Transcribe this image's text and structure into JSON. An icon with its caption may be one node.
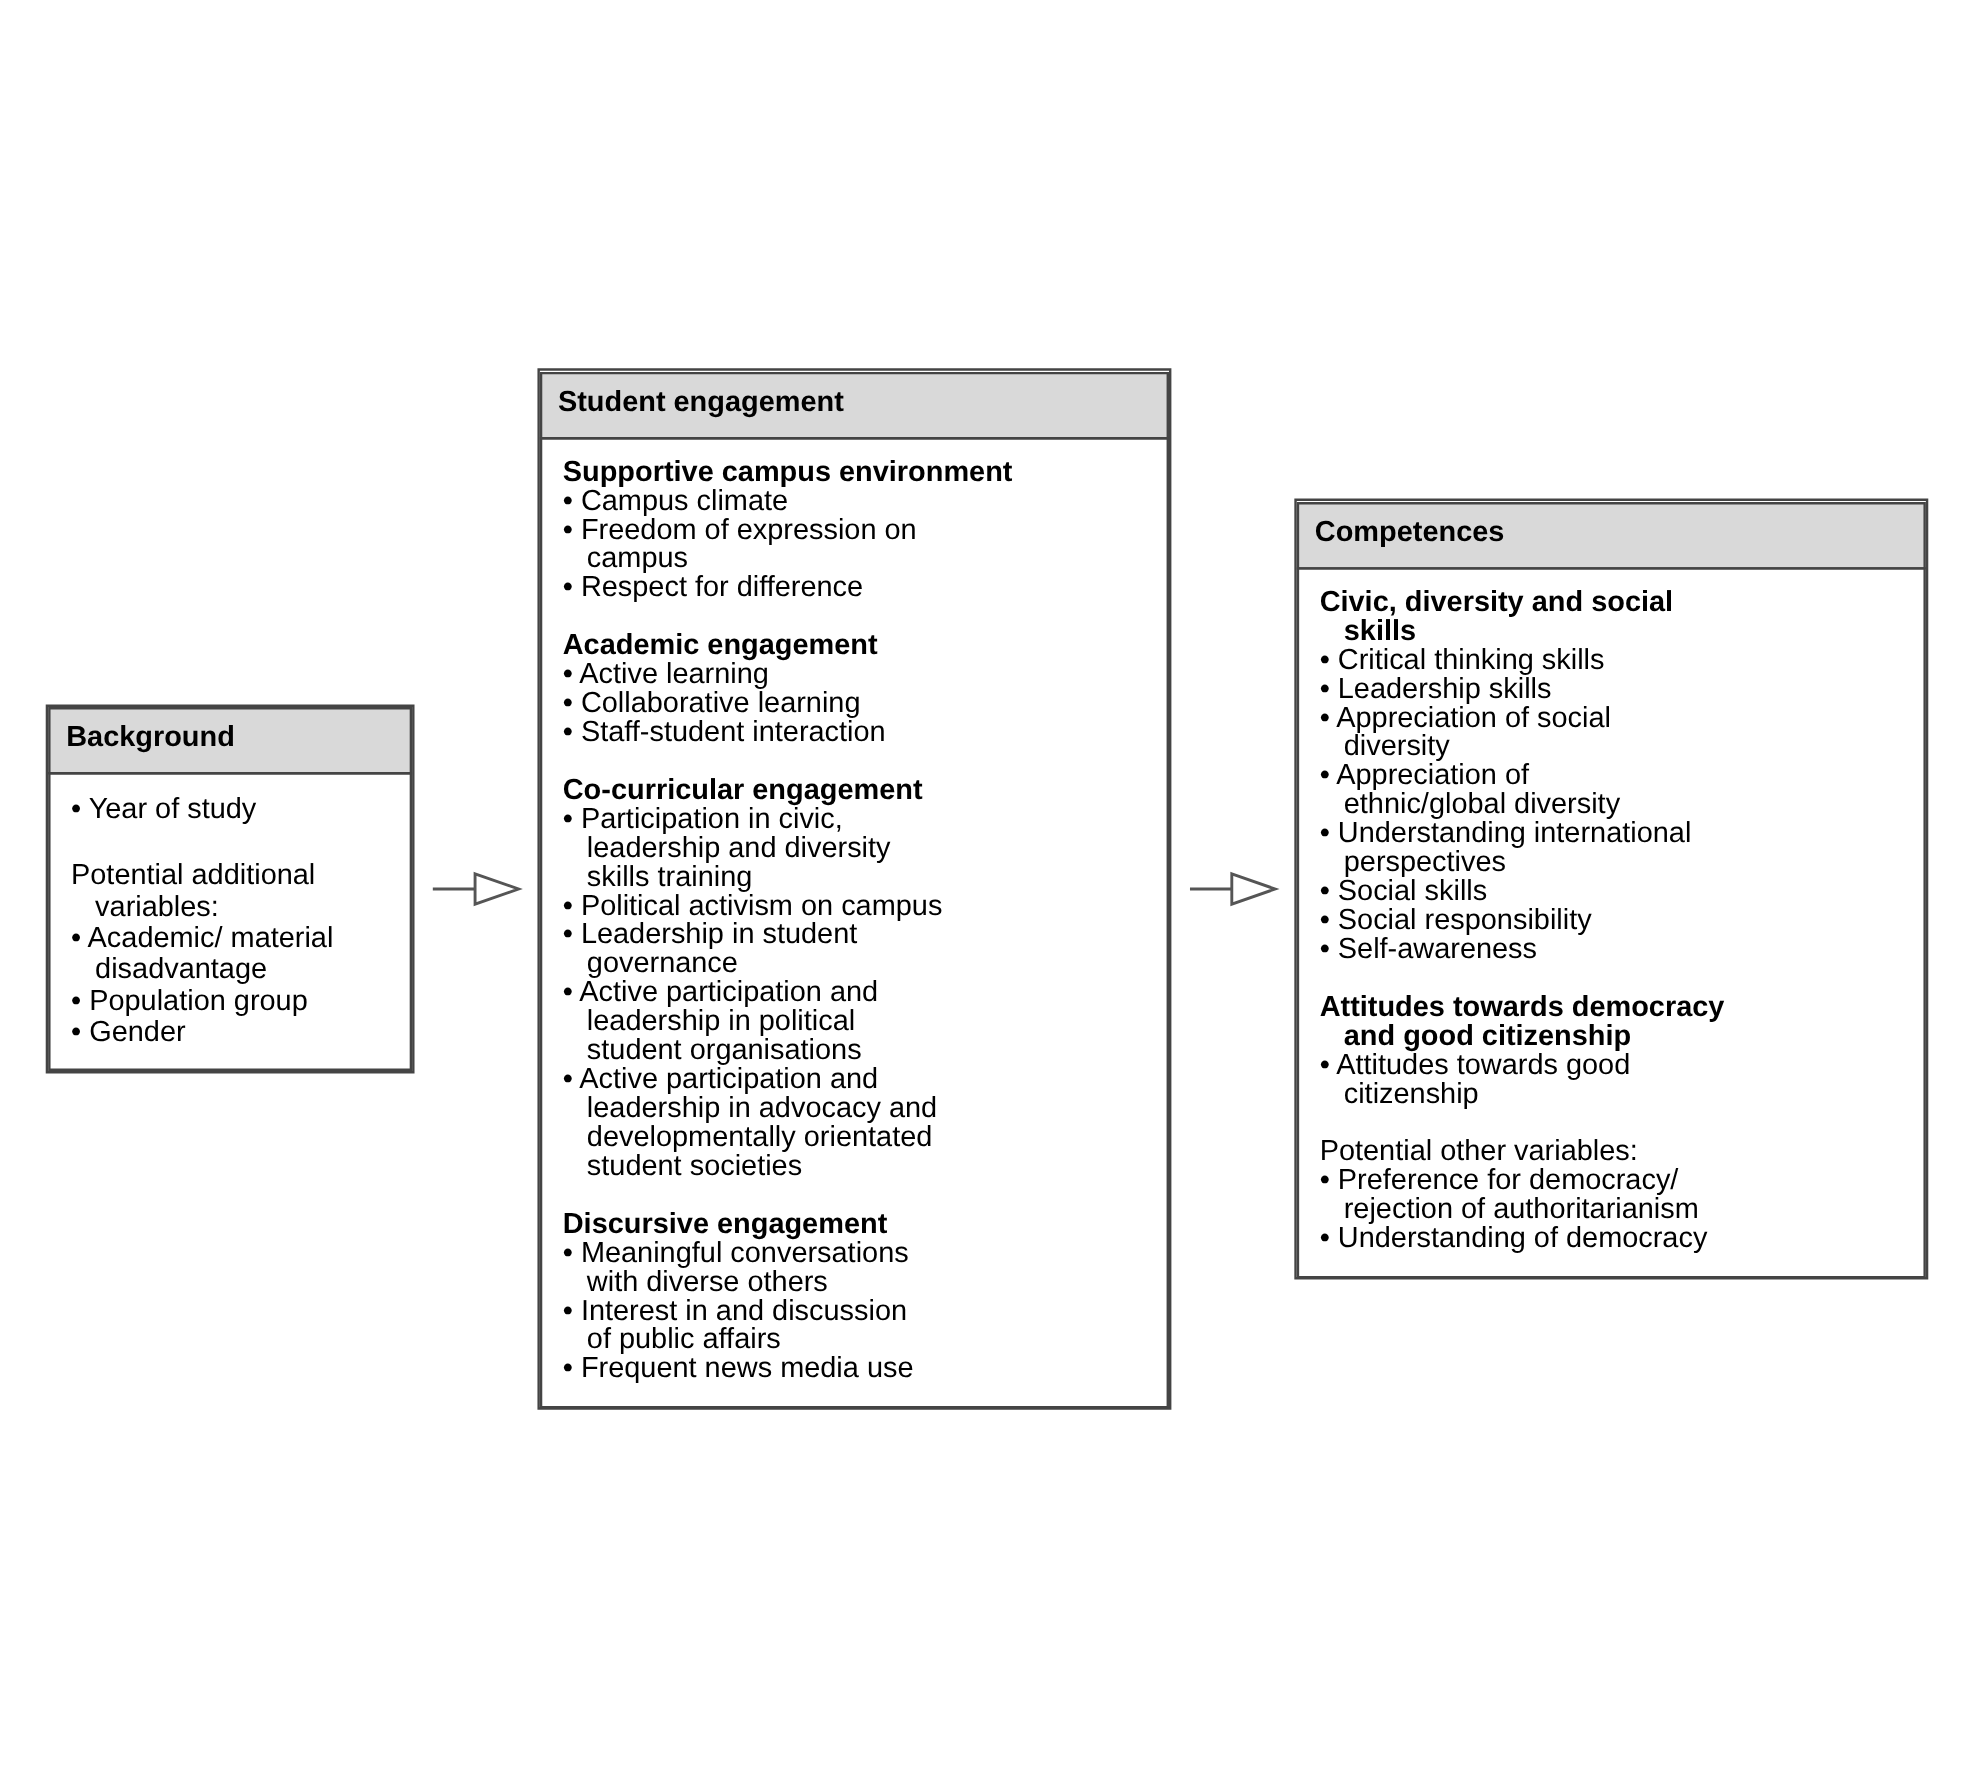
{
  "diagram": {
    "nodes": [
      {
        "text": [
          "Background",
          "• Year of study",
          "Potential additional variables:",
          "• Academic/ material disadvantage",
          "• Population group",
          "• Gender"
        ]
      },
      {
        "text": [
          "Student engagement",
          "Supportive campus environment",
          "• Campus climate",
          "• Freedom of expression on campus",
          "• Respect for difference",
          "Academic engagement",
          "• Active learning",
          "• Collaborative learning",
          "• Staff-student interaction",
          "Co-curricular engagement",
          "• Participation in civic, leadership and diversity skills training",
          "• Political activism on campus",
          "• Leadership in student governance",
          "• Active participation and leadership in political student organisations",
          "• Active participation and leadership in advocacy and developmentally orientated student societies",
          "Discursive engagement",
          "• Meaningful conversations with diverse others",
          "• Interest in and discussion of public affairs",
          "• Frequent news media use"
        ]
      },
      {
        "text": [
          "Competences",
          "Civic, diversity and social skills",
          "• Critical thinking skills",
          "• Leadership skills",
          "• Appreciation of social diversity",
          "• Appreciation of ethnic/global diversity",
          "• Understanding international perspectives",
          "• Social skills",
          "• Social responsibility",
          "• Self-awareness",
          "Attitudes towards democracy and good citizenship",
          "• Attitudes towards good citizenship",
          "Potential other variables:",
          "• Preference for democracy/ rejection of authoritarianism",
          "• Understanding of democracy"
        ]
      }
    ],
    "edges": [
      {
        "from": 0,
        "to": 1,
        "arrow": "to"
      },
      {
        "from": 1,
        "to": 2,
        "arrow": "to"
      }
    ]
  }
}
